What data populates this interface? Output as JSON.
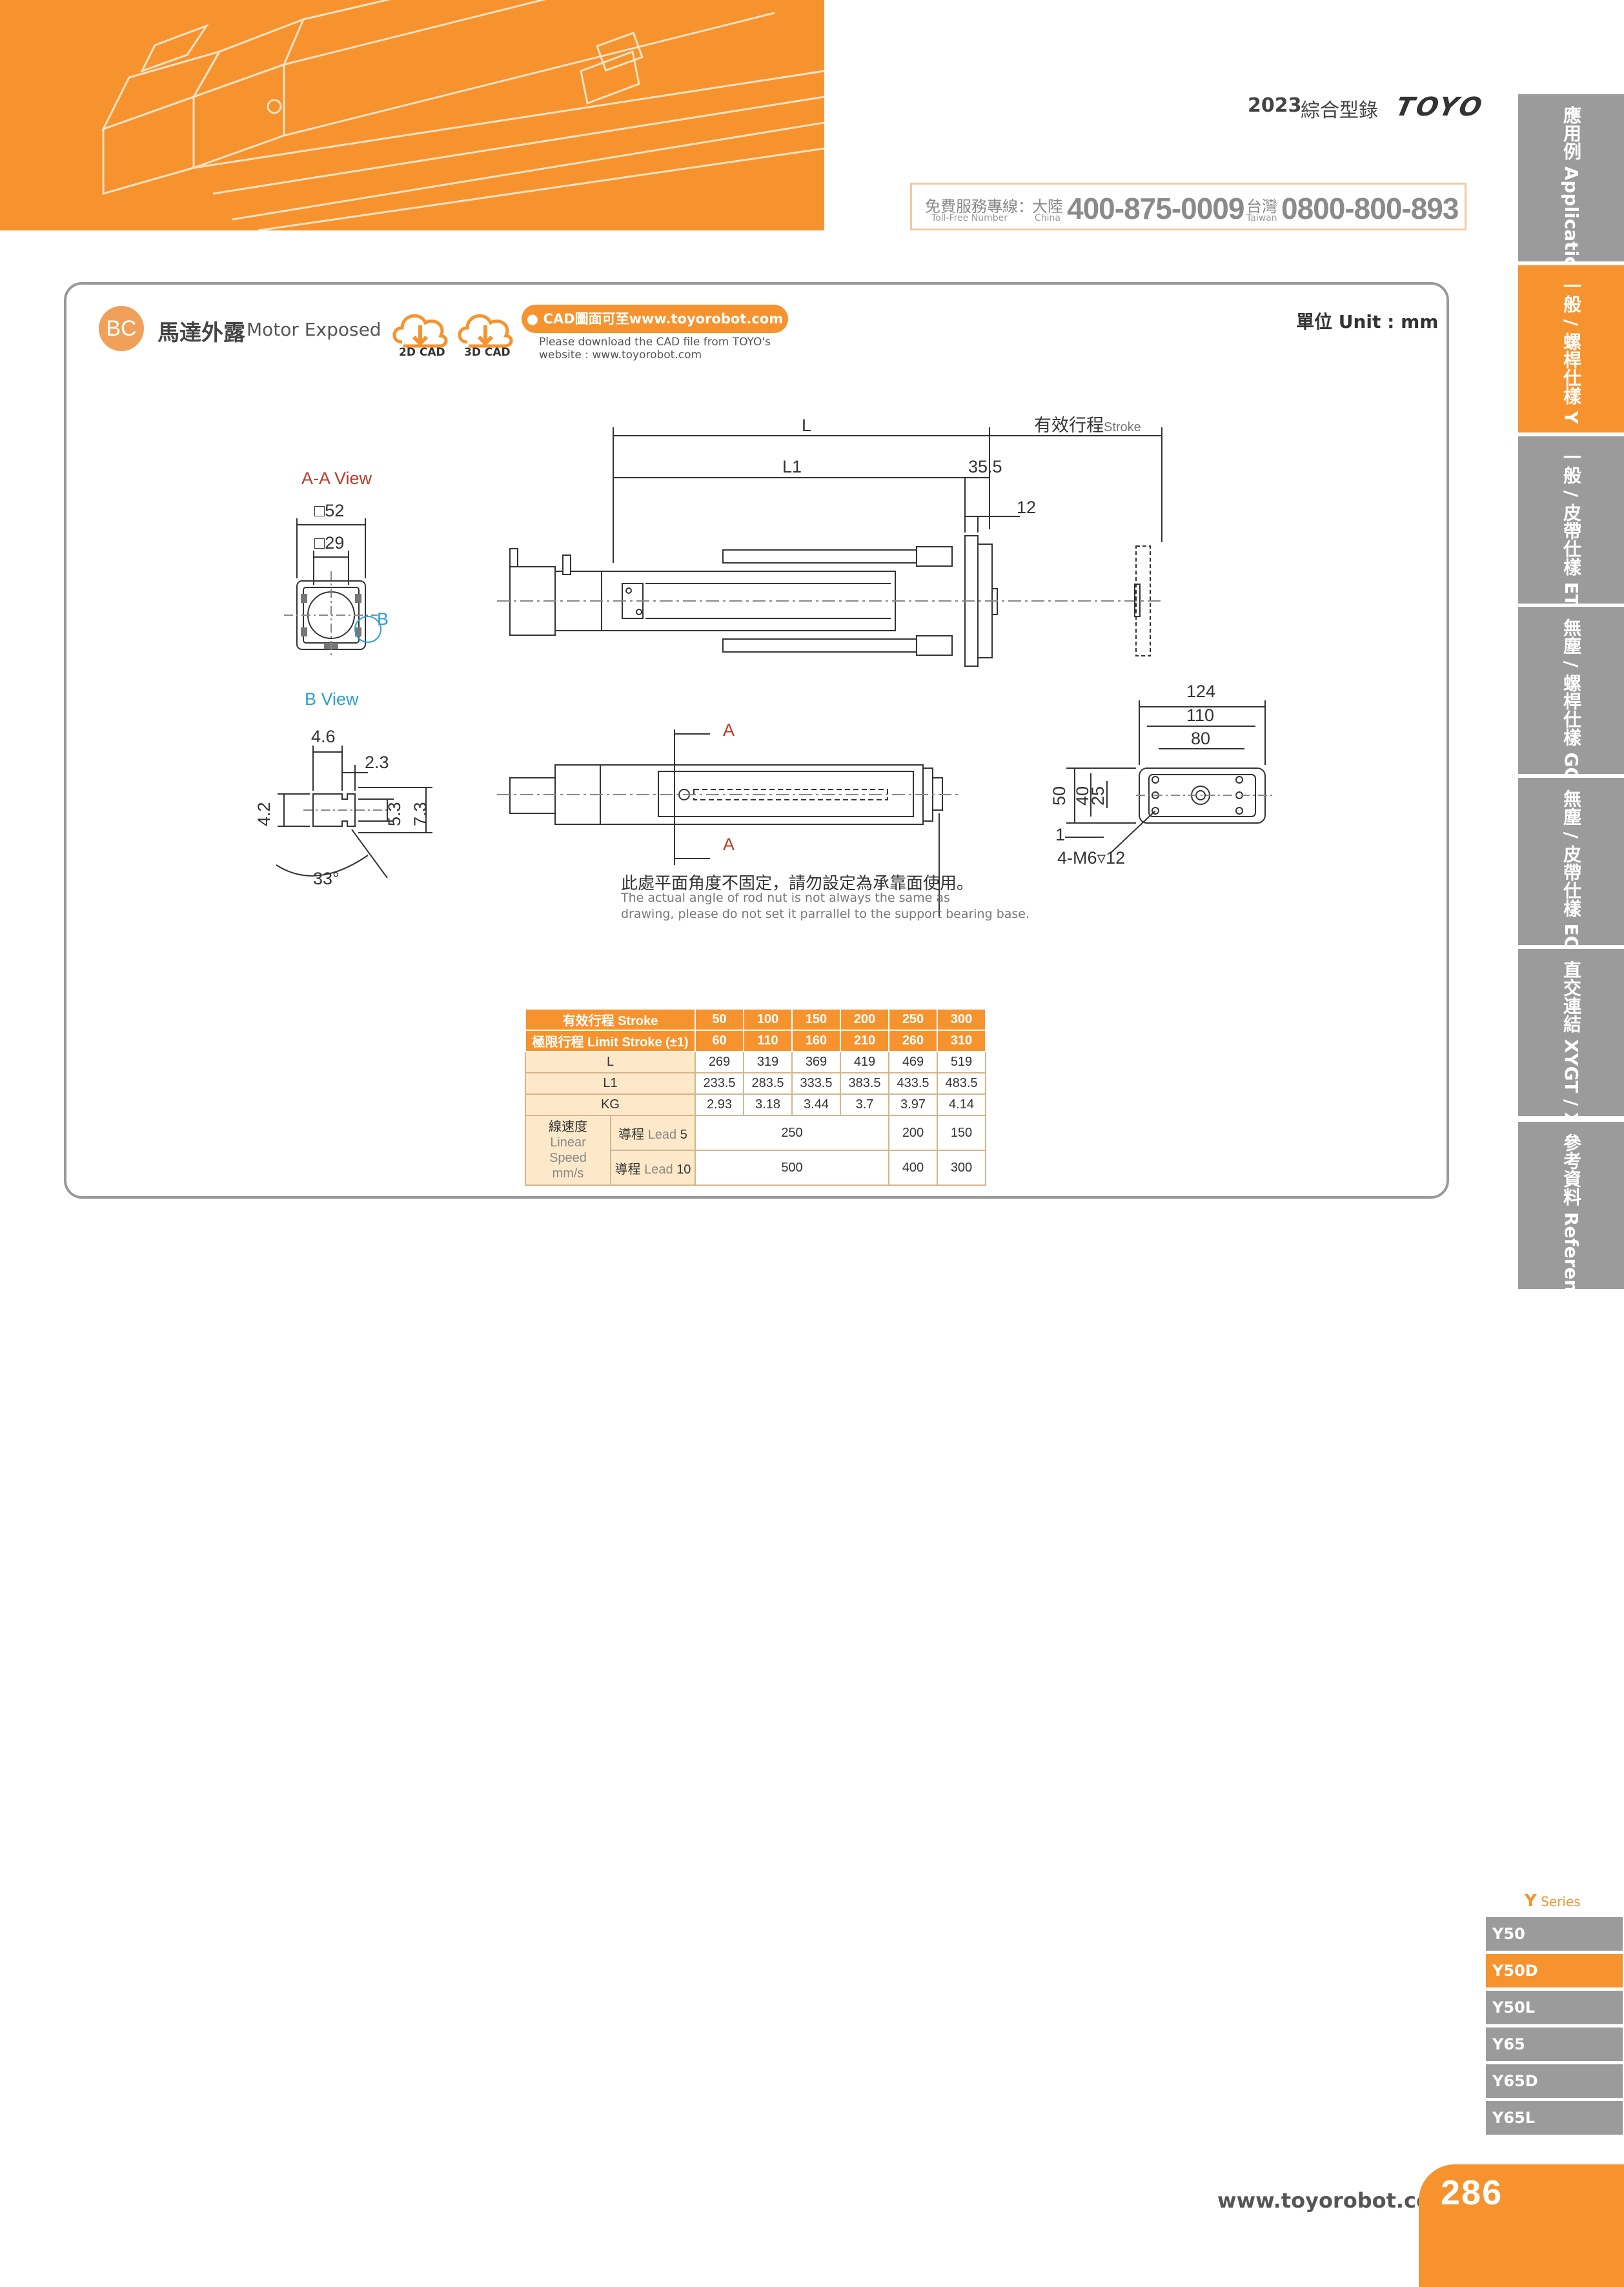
{
  "header": {
    "year": "2023",
    "catalog": "綜合型錄",
    "brand": "TOYO",
    "hotline": {
      "label": "免費服務專線：",
      "label_en": "Toll-Free Number",
      "china_label": "大陸",
      "china_en": "China",
      "china_number": "400-875-0009",
      "taiwan_label": "台灣",
      "taiwan_en": "Taiwan",
      "taiwan_number": "0800-800-893"
    }
  },
  "side_tabs": [
    {
      "label": "應用例 Application",
      "active": false
    },
    {
      "label": "一般 / 螺桿仕樣 Y",
      "active": true
    },
    {
      "label": "一般 / 皮帶仕樣 ETB / M",
      "active": false
    },
    {
      "label": "無塵 / 螺桿仕樣 GCH / ECH",
      "active": false
    },
    {
      "label": "無塵 / 皮帶仕樣 ECB",
      "active": false
    },
    {
      "label": "直交連結 XYGT / XYTH / XYTB",
      "active": false
    },
    {
      "label": "參考資料 Reference",
      "active": false
    }
  ],
  "section": {
    "badge": "BC",
    "title": "馬達外露",
    "subtitle": "Motor Exposed",
    "cad2d": "2D CAD",
    "cad3d": "3D CAD",
    "cad_pill": "● CAD圖面可至www.toyorobot.com下載 ●",
    "cad_note_1": "Please download the CAD file from TOYO's",
    "cad_note_2": "website : www.toyorobot.com",
    "unit": "單位 Unit : mm"
  },
  "drawing": {
    "aa_view": "A-A View",
    "b_view": "B View",
    "B": "B",
    "A": "A",
    "dims": {
      "sq52": "□52",
      "sq29": "□29",
      "d46": "4.6",
      "d23": "2.3",
      "d42": "4.2",
      "d53": "5.3",
      "d73": "7.3",
      "d33": "33°",
      "L": "L",
      "L1": "L1",
      "stroke_zh": "有效行程",
      "stroke_en": "Stroke",
      "d355": "35.5",
      "d12": "12",
      "d124": "124",
      "d110": "110",
      "d80": "80",
      "d50": "50",
      "d40": "40",
      "d25": "25",
      "d1": "1",
      "m6": "4-M6▿12"
    },
    "note_zh": "此處平面角度不固定，請勿設定為承靠面使用。",
    "note_en_1": "The actual angle of rod nut is not always the same as",
    "note_en_2": "drawing, please do not set it parrallel to the support bearing base."
  },
  "spec_table": {
    "stroke_label": "有效行程 Stroke",
    "limit_label": "極限行程 Limit Stroke (±1)",
    "stroke": [
      "50",
      "100",
      "150",
      "200",
      "250",
      "300"
    ],
    "limit": [
      "60",
      "110",
      "160",
      "210",
      "260",
      "310"
    ],
    "L_label": "L",
    "L": [
      "269",
      "319",
      "369",
      "419",
      "469",
      "519"
    ],
    "L1_label": "L1",
    "L1": [
      "233.5",
      "283.5",
      "333.5",
      "383.5",
      "433.5",
      "483.5"
    ],
    "KG_label": "KG",
    "KG": [
      "2.93",
      "3.18",
      "3.44",
      "3.7",
      "3.97",
      "4.14"
    ],
    "speed_label_zh": "線速度",
    "speed_label_en_1": "Linear",
    "speed_label_en_2": "Speed",
    "speed_label_en_3": "mm/s",
    "lead5_label": "導程",
    "lead5_en": "Lead",
    "lead5_num": "5",
    "lead5_vals": [
      "250",
      "200",
      "150"
    ],
    "lead10_label": "導程",
    "lead10_en": "Lead",
    "lead10_num": "10",
    "lead10_vals": [
      "500",
      "400",
      "300"
    ]
  },
  "series": {
    "title_letter": "Y",
    "title_word": "Series",
    "items": [
      {
        "label": "Y50",
        "active": false
      },
      {
        "label": "Y50D",
        "active": true
      },
      {
        "label": "Y50L",
        "active": false
      },
      {
        "label": "Y65",
        "active": false
      },
      {
        "label": "Y65D",
        "active": false
      },
      {
        "label": "Y65L",
        "active": false
      }
    ]
  },
  "footer": {
    "url": "www.toyorobot.com",
    "page": "286"
  },
  "colors": {
    "accent": "#f7932f",
    "tab_grey": "#9b9b9c",
    "table_light": "#fde9c9"
  }
}
